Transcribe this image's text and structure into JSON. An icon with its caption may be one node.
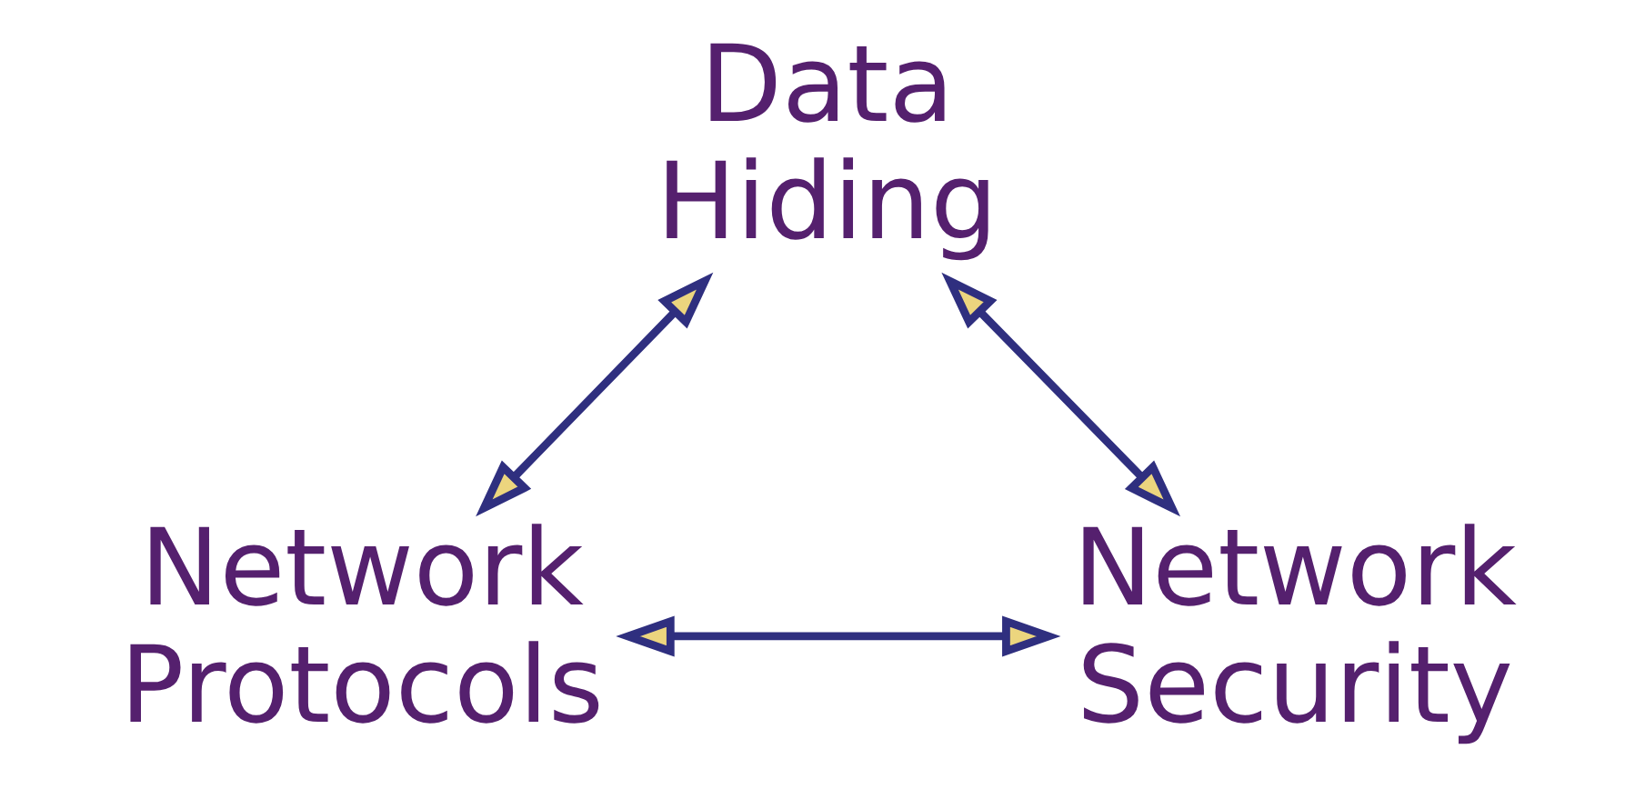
{
  "diagram": {
    "nodes": [
      {
        "text": [
          "Data Hiding"
        ]
      },
      {
        "text": [
          "Network Protocols"
        ]
      },
      {
        "text": [
          "Network Security"
        ]
      }
    ],
    "edges": [
      {
        "from": 1,
        "to": 0,
        "arrow": "both"
      },
      {
        "from": 0,
        "to": 2,
        "arrow": "both"
      },
      {
        "from": 1,
        "to": 2,
        "arrow": "both"
      }
    ]
  }
}
